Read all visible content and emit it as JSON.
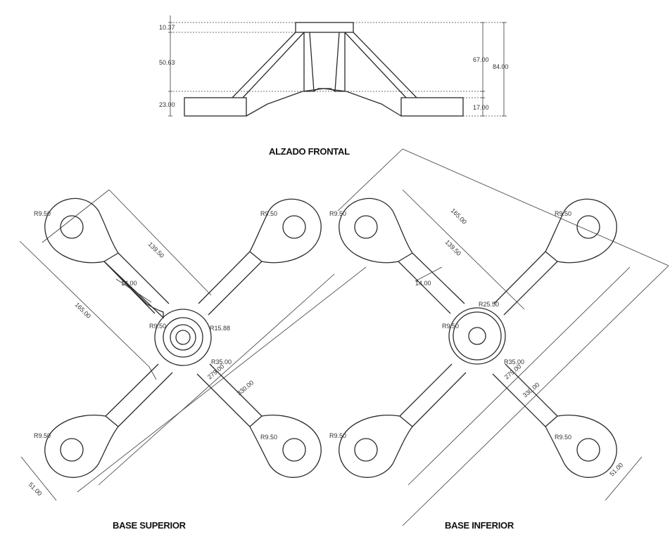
{
  "front": {
    "title": "ALZADO FRONTAL",
    "dims": [
      "10.37",
      "50.63",
      "23.00",
      "67.00",
      "84.00",
      "17.00"
    ]
  },
  "superior": {
    "title": "BASE SUPERIOR",
    "radius_holes": "R9.50",
    "r_inner": "R9.50",
    "r_mid": "R15.88",
    "r_outer": "R35.00",
    "d_165": "165.00",
    "d_139": "139.50",
    "d_14": "14.00",
    "d_279": "279.00",
    "d_330": "330.00",
    "d_51": "51.00"
  },
  "inferior": {
    "title": "BASE INFERIOR",
    "radius_holes": "R9.50",
    "r_inner": "R9.50",
    "r_mid": "R25.50",
    "r_outer": "R35.00",
    "d_165": "165.00",
    "d_139": "139.50",
    "d_14": "14.00",
    "d_279": "279.00",
    "d_330": "330.00",
    "d_51": "51.00"
  }
}
